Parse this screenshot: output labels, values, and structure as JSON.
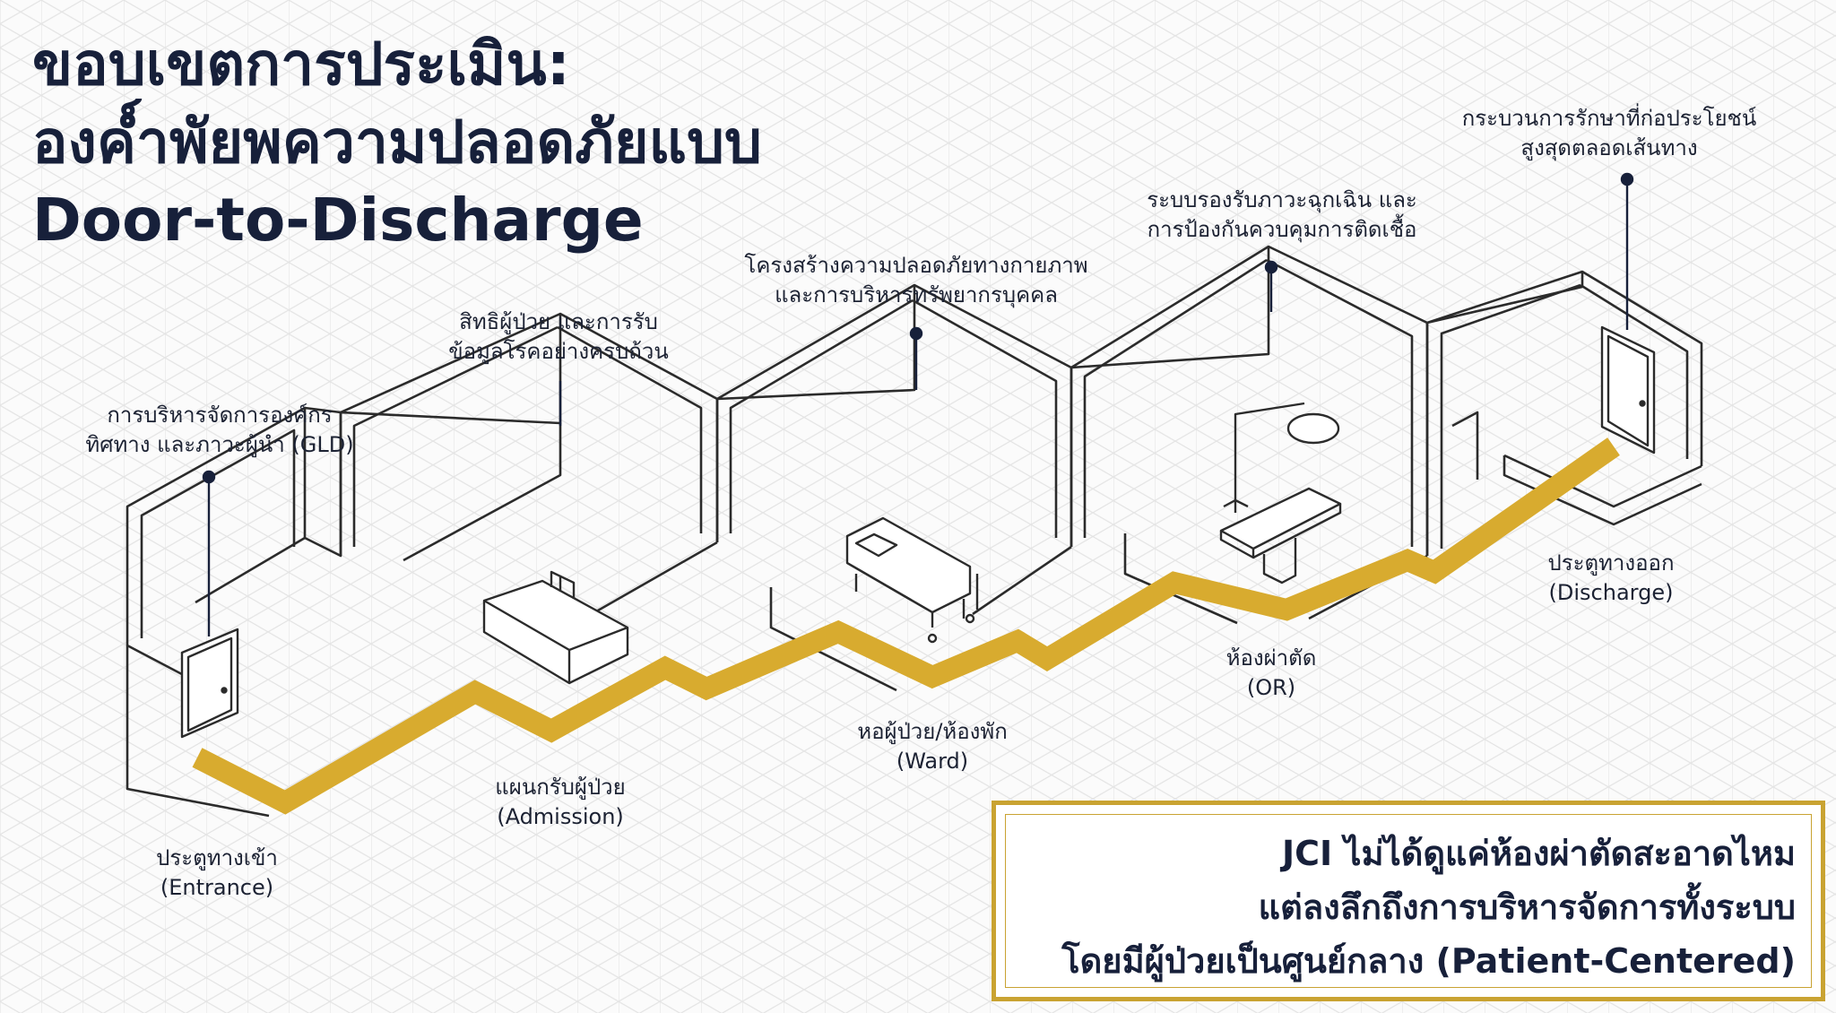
{
  "title": {
    "line1": "ขอบเขตการประเมิน:",
    "line2": "องค์ำพัยพความปลอดภัยแบบ",
    "line3": "Door-to-Discharge"
  },
  "top_labels": {
    "gld": {
      "line1": "การบริหารจัดการองค์กร",
      "line2": "ทิศทาง และภาวะผู้นำ (GLD)"
    },
    "rights": {
      "line1": "สิทธิผู้ป่วย และการรับ",
      "line2": "ข้อมูลโรคอย่างครบถ้วน"
    },
    "facility": {
      "line1": "โครงสร้างความปลอดภัยทางกายภาพ",
      "line2": "และการบริหารทรัพยากรบุคคล"
    },
    "emergency": {
      "line1": "ระบบรองรับภาวะฉุกเฉิน และ",
      "line2": "การป้องกันควบคุมการติดเชื้อ"
    },
    "care": {
      "line1": "กระบวนการรักษาที่ก่อประโยชน์",
      "line2": "สูงสุดตลอดเส้นทาง"
    }
  },
  "room_labels": {
    "entrance": {
      "th": "ประตูทางเข้า",
      "en": "(Entrance)"
    },
    "admission": {
      "th": "แผนกรับผู้ป่วย",
      "en": "(Admission)"
    },
    "ward": {
      "th": "หอผู้ป่วย/ห้องพัก",
      "en": "(Ward)"
    },
    "or": {
      "th": "ห้องผ่าตัด",
      "en": "(OR)"
    },
    "discharge": {
      "th": "ประตูทางออก",
      "en": "(Discharge)"
    }
  },
  "callout": {
    "line1": "JCI ไม่ได้ดูแค่ห้องผ่าตัดสะอาดไหม",
    "line2": "แต่ลงลึกถึงการบริหารจัดการทั้งระบบ",
    "line3": "โดยมีผู้ป่วยเป็นศูนย์กลาง (Patient-Centered)"
  },
  "colors": {
    "navy": "#17203a",
    "gold_path": "#d8ab2f",
    "gold_border": "#c9a332",
    "grid": "#e4e4e4",
    "room_line": "#2b2b2b"
  },
  "icons": [
    "door-icon",
    "reception-desk-icon",
    "hospital-bed-icon",
    "surgical-lamp-icon",
    "operating-table-icon"
  ]
}
